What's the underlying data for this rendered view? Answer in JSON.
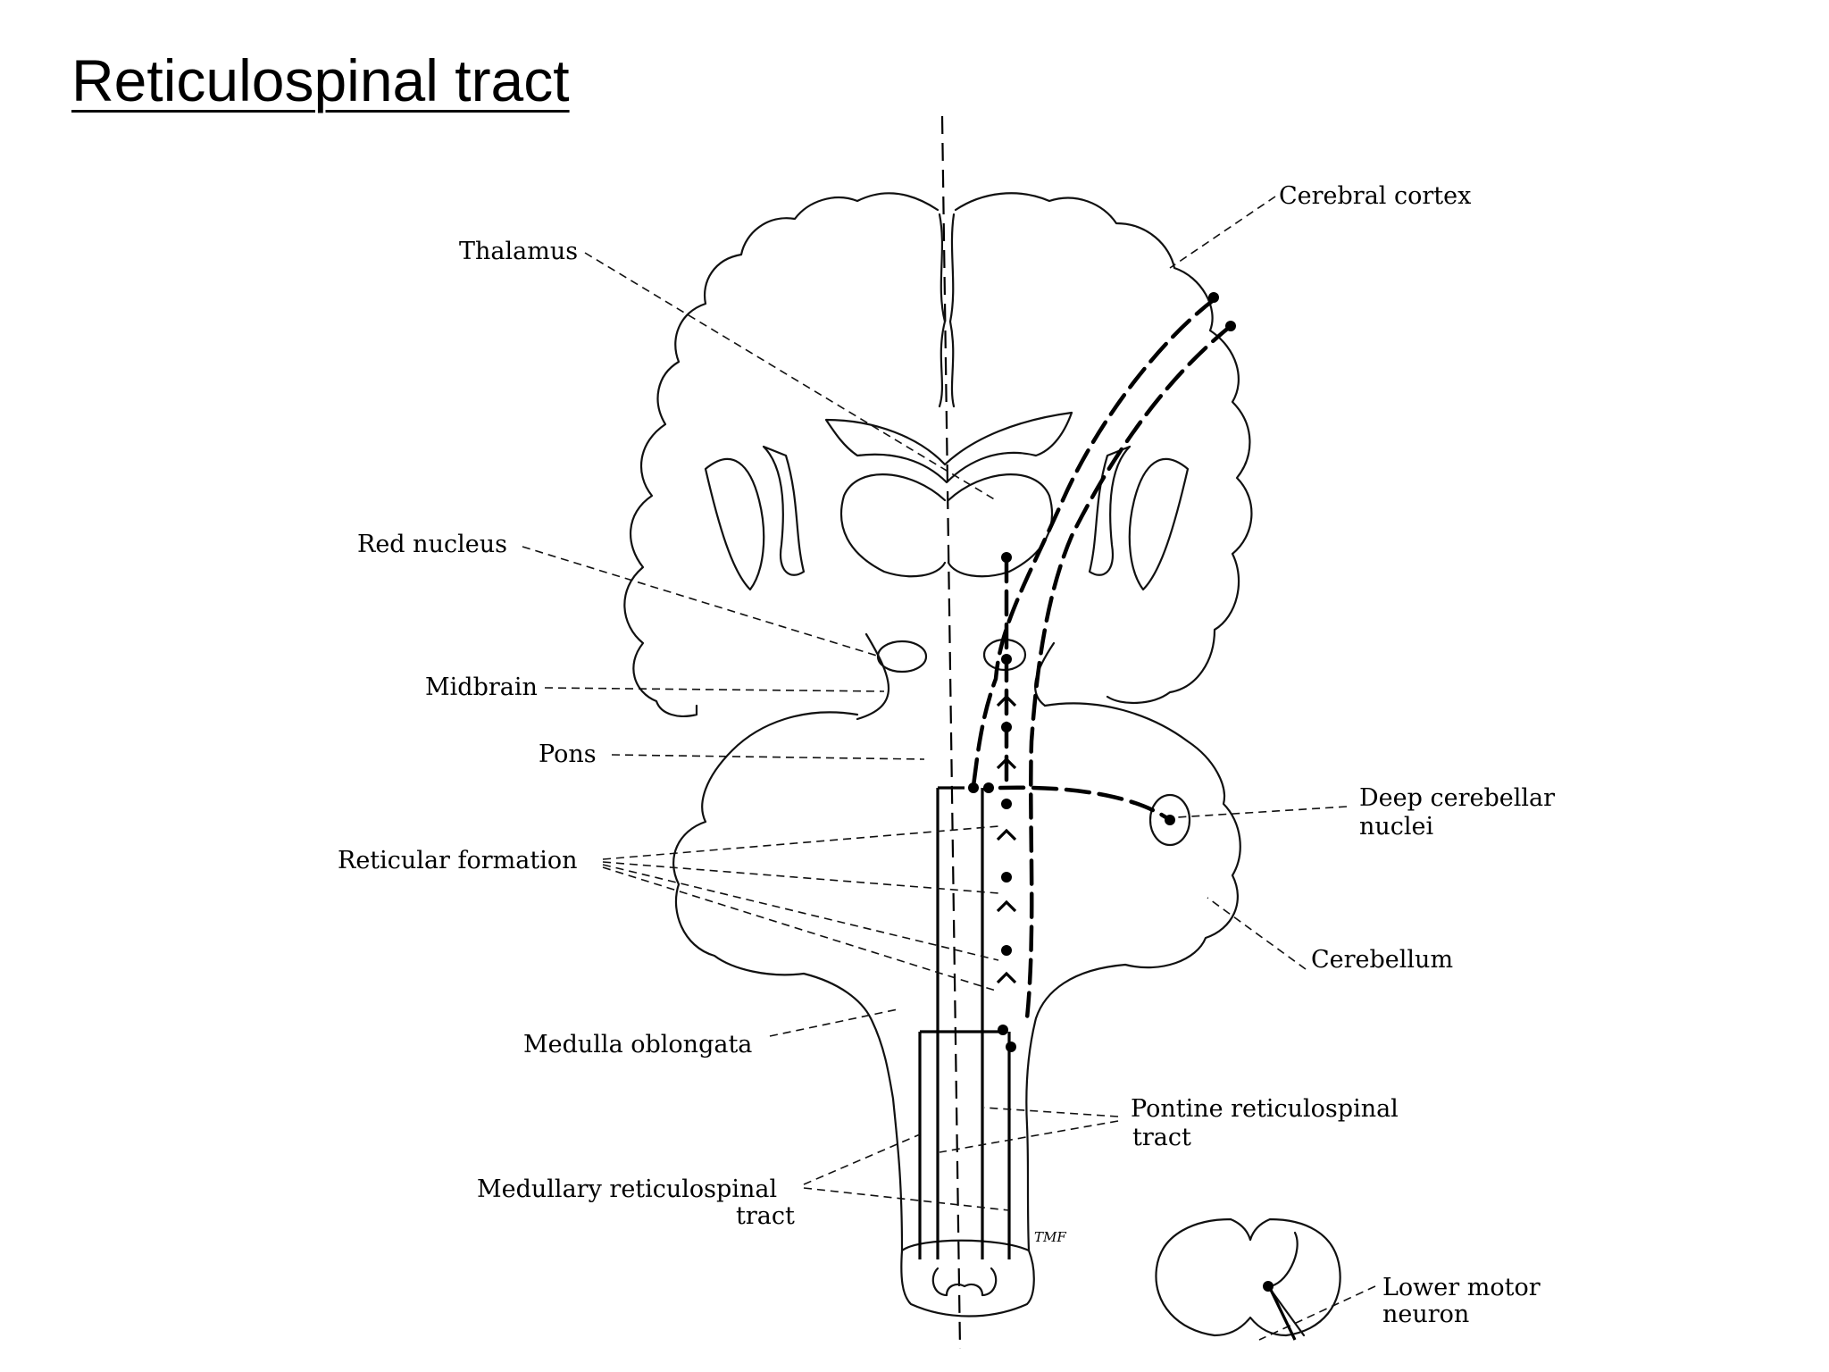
{
  "slide_title": "Reticulospinal tract",
  "labels": {
    "cerebral_cortex": "Cerebral cortex",
    "thalamus": "Thalamus",
    "red_nucleus": "Red nucleus",
    "midbrain": "Midbrain",
    "pons": "Pons",
    "reticular_formation": "Reticular formation",
    "deep_cerebellar_line1": "Deep cerebellar",
    "deep_cerebellar_line2": "nuclei",
    "cerebellum": "Cerebellum",
    "medulla_oblongata": "Medulla oblongata",
    "pontine_line1": "Pontine reticulospinal",
    "pontine_line2": "tract",
    "medullary_line1": "Medullary reticulospinal",
    "medullary_line2": "tract",
    "lower_motor_line1": "Lower motor",
    "lower_motor_line2": "neuron",
    "artist_initials": "TMF"
  }
}
